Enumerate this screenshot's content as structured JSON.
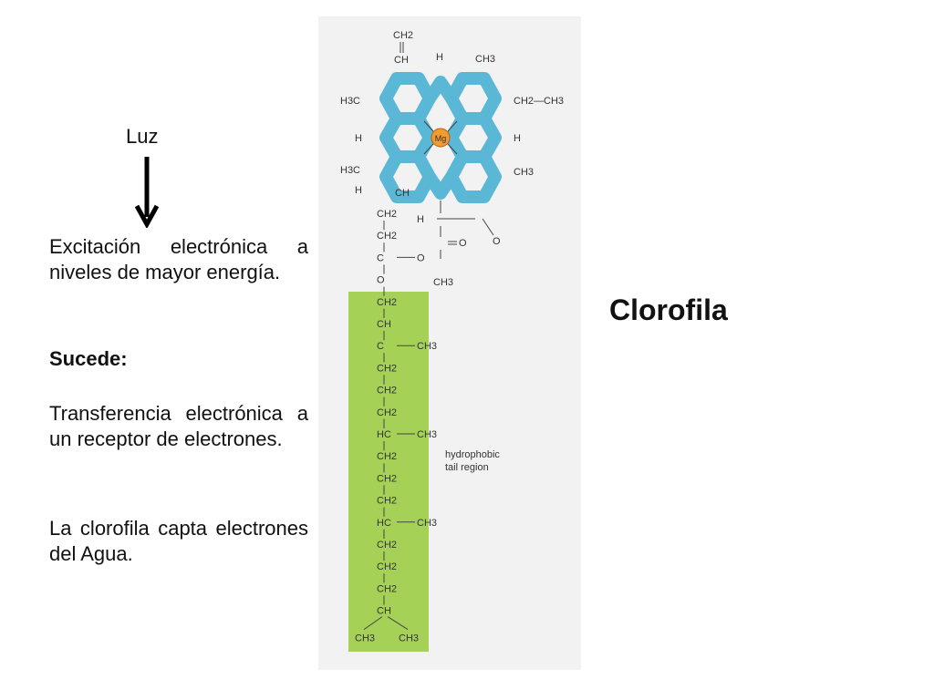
{
  "left_panel": {
    "light_label": "Luz",
    "excitation_text": "Excitación electrónica a niveles de mayor energía.",
    "heading": "Sucede:",
    "transfer_text": "Transferencia electrónica a un receptor de electrones.",
    "water_text": "La clorofila capta electrones del Agua."
  },
  "title": "Clorofila",
  "figure": {
    "tail_label_line1": "hydrophobic",
    "tail_label_line2": "tail region",
    "metal_label": "Mg",
    "head_groups": {
      "top_vinyl_ch2": "CH2",
      "top_vinyl_ch": "CH",
      "top_h": "H",
      "top_ch3": "CH3",
      "left_h3c": "H3C",
      "right_ethyl": "CH2—CH3",
      "left_h": "H",
      "right_h": "H",
      "lower_h3c": "H3C",
      "lower_h": "H",
      "lower_ch": "CH",
      "right_ch3": "CH3",
      "ring_h": "H",
      "ketone_o": "O",
      "ester_o": "O",
      "ester_ch3": "CH3"
    },
    "phytyl_chain": [
      {
        "main": "CH2",
        "side": ""
      },
      {
        "main": "CH2",
        "side": ""
      },
      {
        "main": "C",
        "side": "O"
      },
      {
        "main": "O",
        "side": ""
      },
      {
        "main": "CH2",
        "side": ""
      },
      {
        "main": "CH",
        "side": ""
      },
      {
        "main": "C",
        "side": "CH3"
      },
      {
        "main": "CH2",
        "side": ""
      },
      {
        "main": "CH2",
        "side": ""
      },
      {
        "main": "CH2",
        "side": ""
      },
      {
        "main": "HC",
        "side": "CH3"
      },
      {
        "main": "CH2",
        "side": ""
      },
      {
        "main": "CH2",
        "side": ""
      },
      {
        "main": "CH2",
        "side": ""
      },
      {
        "main": "HC",
        "side": "CH3"
      },
      {
        "main": "CH2",
        "side": ""
      },
      {
        "main": "CH2",
        "side": ""
      },
      {
        "main": "CH2",
        "side": ""
      },
      {
        "main": "CH",
        "side": ""
      }
    ],
    "terminal_left": "CH3",
    "terminal_right": "CH3",
    "colors": {
      "porphyrin": "#5ab7d6",
      "tail": "#a6d157",
      "mg": "#f29b2f",
      "panel": "#f2f2f2"
    }
  }
}
